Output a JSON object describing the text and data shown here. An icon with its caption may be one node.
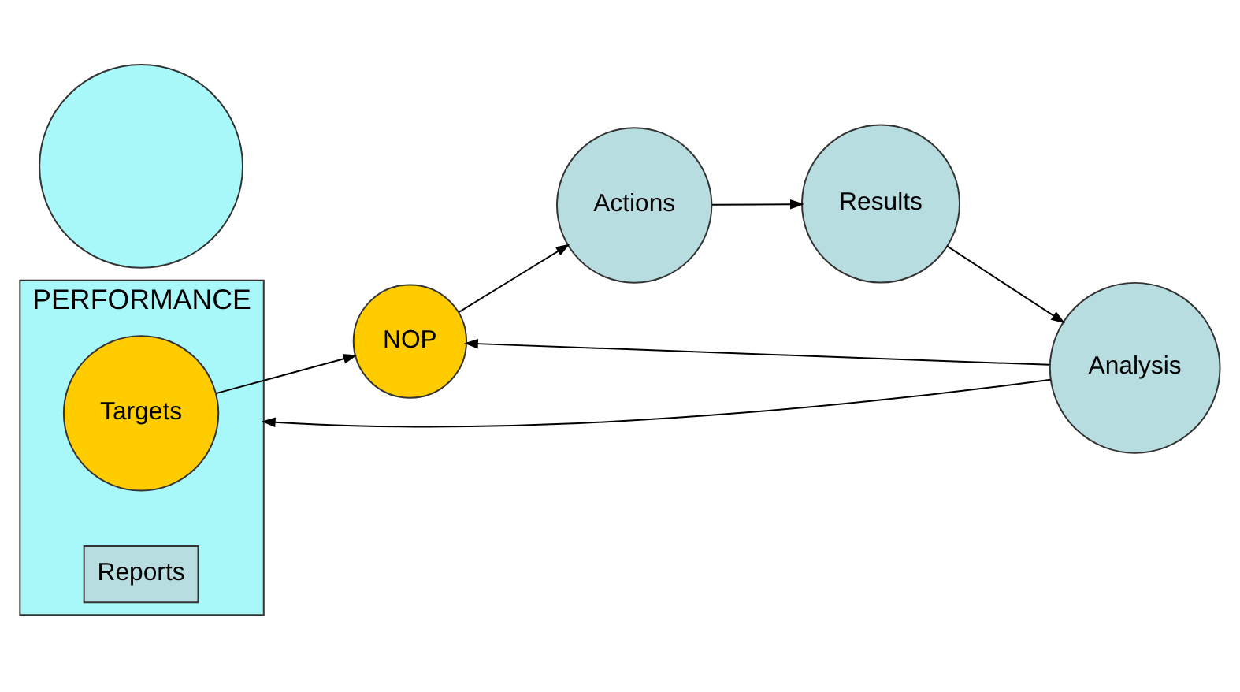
{
  "diagram": {
    "nodes": [
      {
        "text": [
          "PERFORMANCE"
        ]
      },
      {
        "text": [
          "Targets"
        ],
        "in": 0
      },
      {
        "text": [
          "Reports"
        ],
        "in": 0
      },
      {
        "text": [],
        "shape": "circle"
      },
      {
        "text": [
          "NOP"
        ]
      },
      {
        "text": [
          "Actions"
        ]
      },
      {
        "text": [
          "Results"
        ]
      },
      {
        "text": [
          "Analysis"
        ]
      }
    ],
    "edges": [
      {
        "from": 1,
        "to": 4,
        "arrow": "to"
      },
      {
        "from": 7,
        "to": 0,
        "arrow": "to"
      },
      {
        "from": 4,
        "to": 5,
        "arrow": "to"
      },
      {
        "from": 5,
        "to": 6,
        "arrow": "to"
      },
      {
        "from": 6,
        "to": 7,
        "arrow": "to"
      },
      {
        "from": 7,
        "to": 4,
        "arrow": "to"
      }
    ]
  }
}
